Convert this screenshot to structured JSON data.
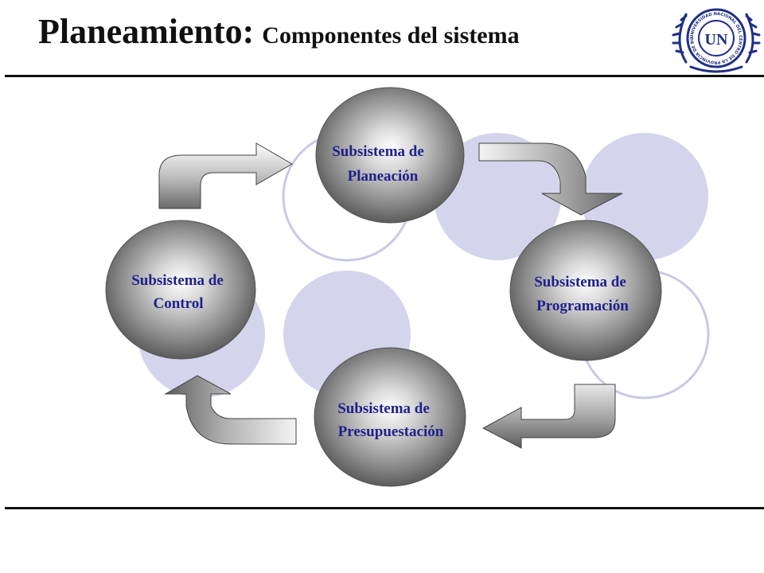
{
  "header": {
    "title_main": "Planeamiento:",
    "title_sub": "Componentes del sistema",
    "logo": {
      "icon": "university-seal",
      "ring_text": "UNIVERSIDAD NACIONAL DEL CENTRO DE LA PROVINCIA DE BUENOS AIRES",
      "monogram": "UN"
    }
  },
  "diagram": {
    "nodes": [
      {
        "id": "planeacion",
        "line1": "Subsistema de",
        "line2": "Planeación"
      },
      {
        "id": "programacion",
        "line1": "Subsistema de",
        "line2": "Programación"
      },
      {
        "id": "presupuestacion",
        "line1": "Subsistema de",
        "line2": "Presupuestación"
      },
      {
        "id": "control",
        "line1": "Subsistema de",
        "line2": "Control"
      }
    ],
    "edges": [
      {
        "from": "control",
        "to": "planeacion"
      },
      {
        "from": "planeacion",
        "to": "programacion"
      },
      {
        "from": "programacion",
        "to": "presupuestacion"
      },
      {
        "from": "presupuestacion",
        "to": "control"
      }
    ]
  },
  "colors": {
    "title": "#101010",
    "node_text": "#1f1f8c",
    "deco_fill": "#d4d4ec",
    "deco_stroke": "#c9c9e6",
    "logo_blue": "#1f2f86"
  }
}
